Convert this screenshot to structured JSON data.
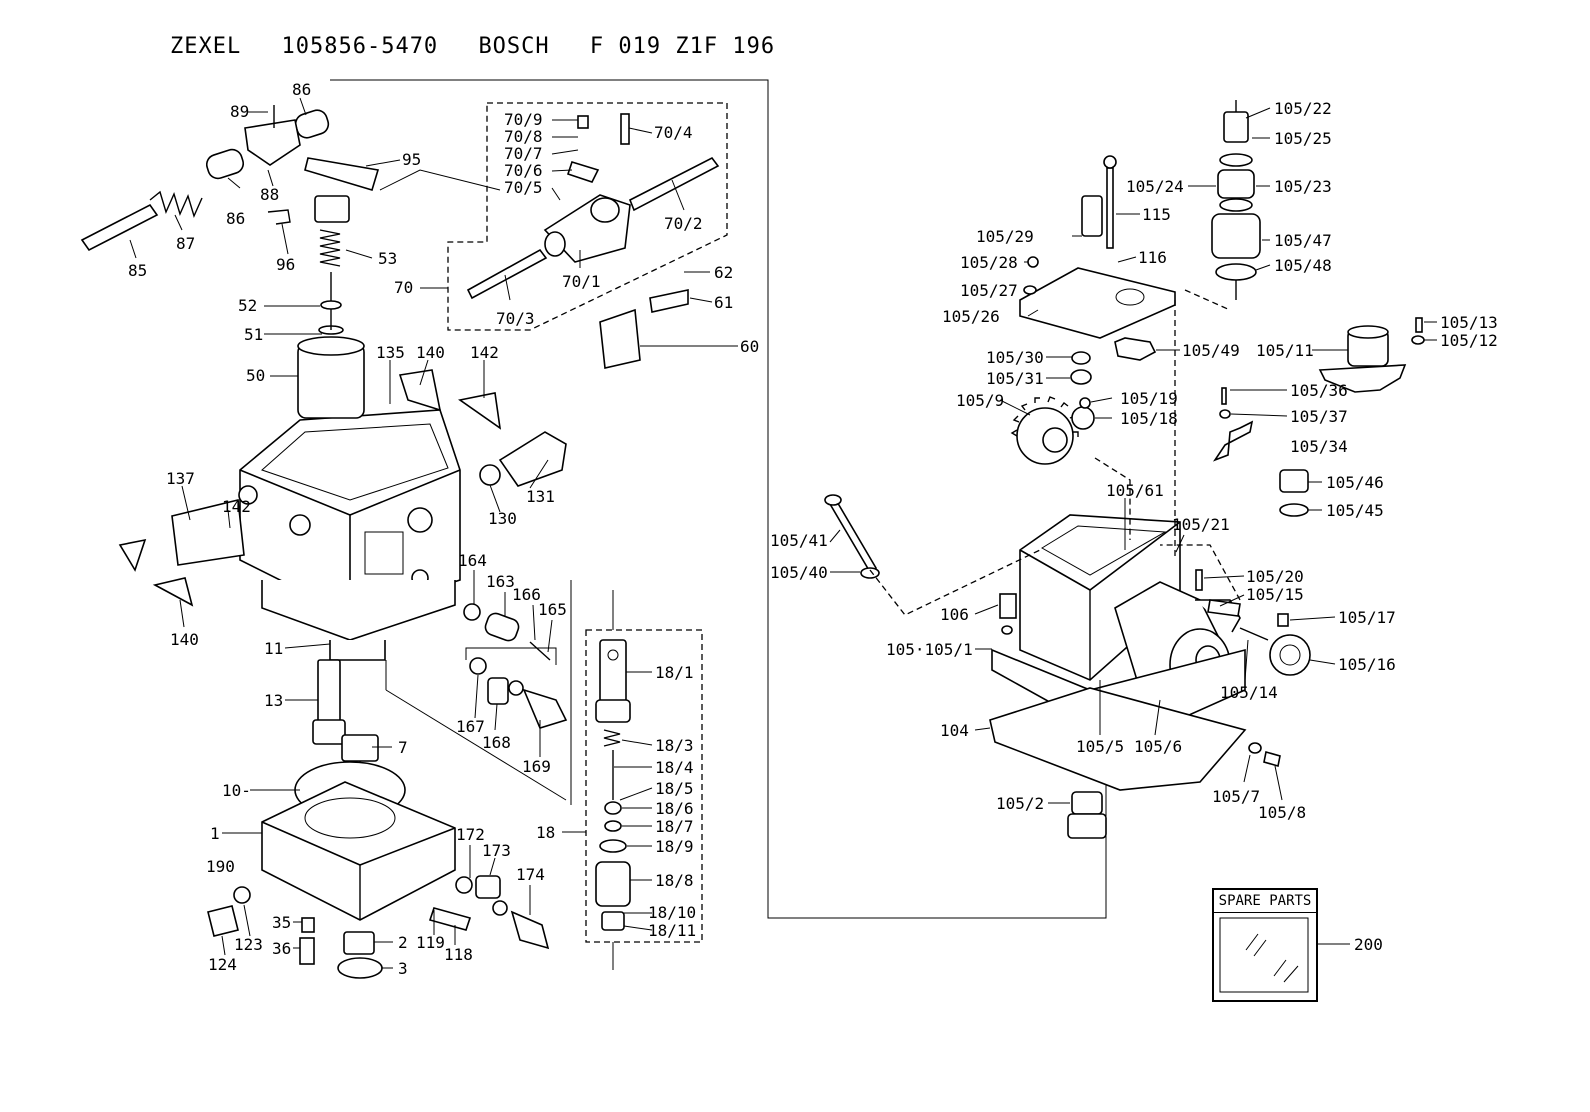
{
  "header": {
    "brand1": "ZEXEL",
    "part_no1": "105856-5470",
    "brand2": "BOSCH",
    "part_no2": "F 019 Z1F 196"
  },
  "spare_parts": {
    "title": "SPARE PARTS",
    "number": "200"
  },
  "labels": {
    "l1": "1",
    "l2": "2",
    "l3": "3",
    "l7": "7",
    "l10": "10-",
    "l11": "11",
    "l13": "13",
    "l18": "18",
    "l18_1": "18/1",
    "l18_3": "18/3",
    "l18_4": "18/4",
    "l18_5": "18/5",
    "l18_6": "18/6",
    "l18_7": "18/7",
    "l18_8": "18/8",
    "l18_9": "18/9",
    "l18_10": "18/10",
    "l18_11": "18/11",
    "l35": "35",
    "l36": "36",
    "l50": "50",
    "l51": "51",
    "l52": "52",
    "l53": "53",
    "l60": "60",
    "l61": "61",
    "l62": "62",
    "l70": "70",
    "l70_1": "70/1",
    "l70_2": "70/2",
    "l70_3": "70/3",
    "l70_4": "70/4",
    "l70_5": "70/5",
    "l70_6": "70/6",
    "l70_7": "70/7",
    "l70_8": "70/8",
    "l70_9": "70/9",
    "l85": "85",
    "l86a": "86",
    "l86b": "86",
    "l87": "87",
    "l88": "88",
    "l89": "89",
    "l95": "95",
    "l96": "96",
    "l118": "118",
    "l119": "119",
    "l123": "123",
    "l124": "124",
    "l130": "130",
    "l131": "131",
    "l135": "135",
    "l137": "137",
    "l140a": "140",
    "l140b": "140",
    "l142a": "142",
    "l142b": "142",
    "l163": "163",
    "l164": "164",
    "l165": "165",
    "l166": "166",
    "l167": "167",
    "l168": "168",
    "l169": "169",
    "l172": "172",
    "l173": "173",
    "l174": "174",
    "l190": "190",
    "l104": "104",
    "l106": "106",
    "l105_105_1": "105·105/1",
    "l105_2": "105/2",
    "l105_5": "105/5",
    "l105_6": "105/6",
    "l105_7": "105/7",
    "l105_8": "105/8",
    "l105_9": "105/9",
    "l105_11": "105/11",
    "l105_12": "105/12",
    "l105_13": "105/13",
    "l105_14": "105/14",
    "l105_15": "105/15",
    "l105_16": "105/16",
    "l105_17": "105/17",
    "l105_18": "105/18",
    "l105_19": "105/19",
    "l105_20": "105/20",
    "l105_21": "105/21",
    "l105_22": "105/22",
    "l105_23": "105/23",
    "l105_24": "105/24",
    "l105_25": "105/25",
    "l105_26": "105/26",
    "l105_27": "105/27",
    "l105_28": "105/28",
    "l105_29": "105/29",
    "l105_30": "105/30",
    "l105_31": "105/31",
    "l105_34": "105/34",
    "l105_36": "105/36",
    "l105_37": "105/37",
    "l105_40": "105/40",
    "l105_41": "105/41",
    "l105_45": "105/45",
    "l105_46": "105/46",
    "l105_47": "105/47",
    "l105_48": "105/48",
    "l105_49": "105/49",
    "l105_61": "105/61",
    "l115": "115",
    "l116": "116"
  }
}
